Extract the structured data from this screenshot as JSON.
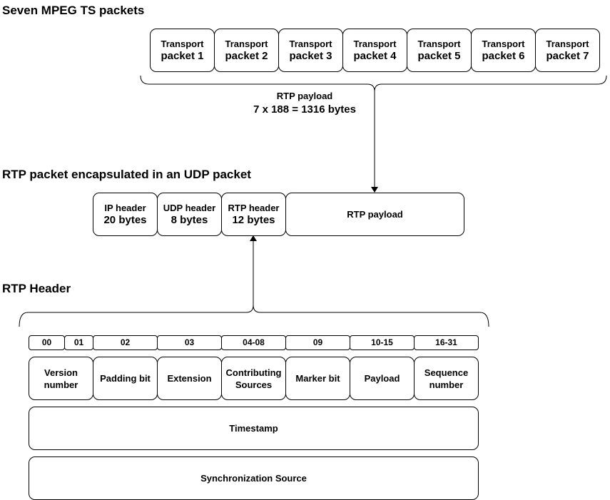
{
  "headings": {
    "ts_packets": "Seven MPEG TS packets",
    "encapsulated": "RTP packet encapsulated in an UDP packet",
    "rtp_header": "RTP Header"
  },
  "transport_packets": [
    {
      "line1": "Transport",
      "line2": "packet 1"
    },
    {
      "line1": "Transport",
      "line2": "packet 2"
    },
    {
      "line1": "Transport",
      "line2": "packet 3"
    },
    {
      "line1": "Transport",
      "line2": "packet 4"
    },
    {
      "line1": "Transport",
      "line2": "packet 5"
    },
    {
      "line1": "Transport",
      "line2": "packet 6"
    },
    {
      "line1": "Transport",
      "line2": "packet 7"
    }
  ],
  "payload_note": {
    "line1": "RTP payload",
    "line2": "7 x 188 = 1316 bytes"
  },
  "udp_packet": [
    {
      "line1": "IP header",
      "line2": "20 bytes"
    },
    {
      "line1": "UDP header",
      "line2": "8 bytes"
    },
    {
      "line1": "RTP header",
      "line2": "12 bytes"
    },
    {
      "line1": "RTP payload"
    }
  ],
  "bits": [
    "00",
    "01",
    "02",
    "03",
    "04-08",
    "09",
    "10-15",
    "16-31"
  ],
  "fields": [
    {
      "line1": "Version",
      "line2": "number"
    },
    {
      "line1": "Padding bit"
    },
    {
      "line1": "Extension"
    },
    {
      "line1": "Contributing",
      "line2": "Sources"
    },
    {
      "line1": "Marker bit"
    },
    {
      "line1": "Payload"
    },
    {
      "line1": "Sequence",
      "line2": "number"
    }
  ],
  "timestamp": "Timestamp",
  "sync_source": "Synchronization Source"
}
